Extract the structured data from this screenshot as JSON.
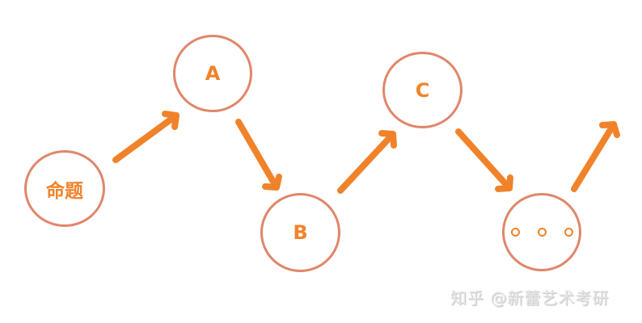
{
  "diagram": {
    "nodes": [
      {
        "id": "premise",
        "label": "命题"
      },
      {
        "id": "A",
        "label": "A"
      },
      {
        "id": "B",
        "label": "B"
      },
      {
        "id": "C",
        "label": "C"
      },
      {
        "id": "more",
        "label": "..."
      }
    ],
    "edges": [
      {
        "from": "premise",
        "to": "A"
      },
      {
        "from": "A",
        "to": "B"
      },
      {
        "from": "B",
        "to": "C"
      },
      {
        "from": "C",
        "to": "more"
      },
      {
        "from": "more",
        "to": "continues"
      }
    ],
    "colors": {
      "circle_border": "#e0866a",
      "arrow": "#f0832a",
      "label": "#f0832a"
    }
  },
  "watermark": "知乎 @新蕾艺术考研"
}
